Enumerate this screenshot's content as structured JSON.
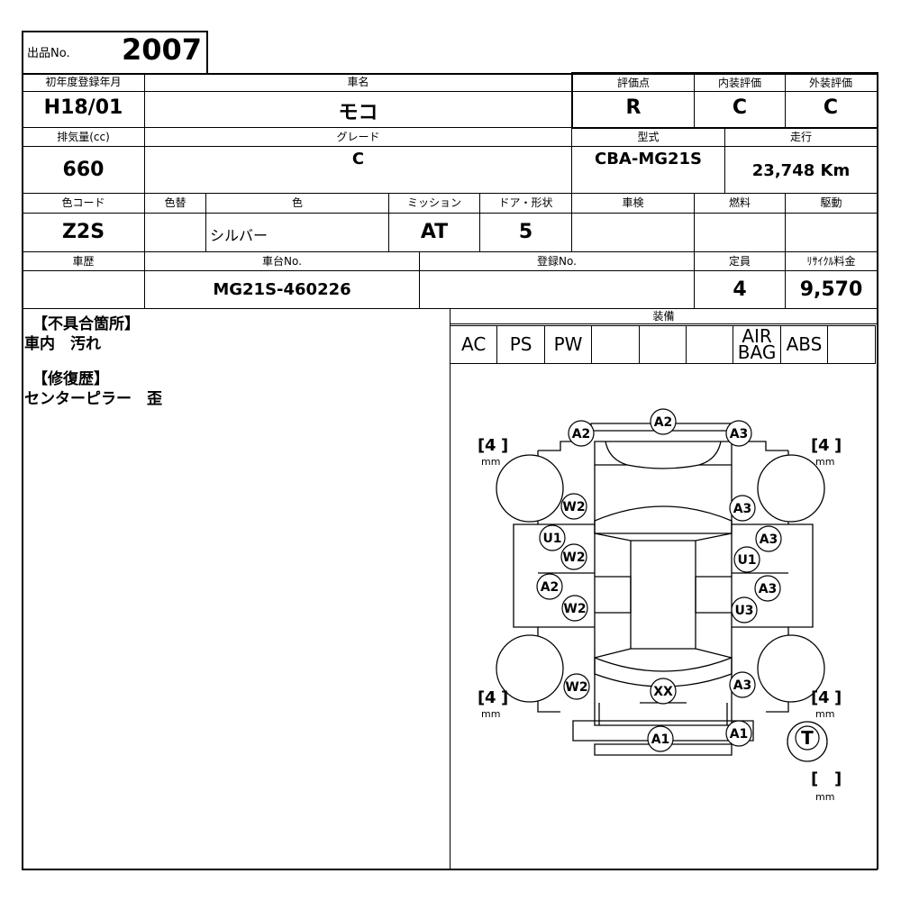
{
  "lot": {
    "label": "出品No.",
    "number": "2007"
  },
  "row1": {
    "year_label": "初年度登録年月",
    "year": "H18/01",
    "car_name_label": "車名",
    "car_name": "モコ",
    "score_label": "評価点",
    "score": "R",
    "interior_label": "内装評価",
    "interior": "C",
    "exterior_label": "外装評価",
    "exterior": "C"
  },
  "row2": {
    "displacement_label": "排気量(cc)",
    "displacement": "660",
    "grade_label": "グレード",
    "grade": "C",
    "model_label": "型式",
    "model": "CBA-MG21S",
    "mileage_label": "走行",
    "mileage": "23,748 Km"
  },
  "row3": {
    "color_code_label": "色コード",
    "color_code": "Z2S",
    "repaint_label": "色替",
    "repaint": "",
    "color_label": "色",
    "color": "シルバー",
    "mission_label": "ミッション",
    "mission": "AT",
    "door_label": "ドア・形状",
    "door": "5",
    "inspection_label": "車検",
    "inspection": "",
    "fuel_label": "燃料",
    "fuel": "",
    "drive_label": "駆動",
    "drive": ""
  },
  "row4": {
    "history_label": "車歴",
    "history": "",
    "chassis_label": "車台No.",
    "chassis": "MG21S-460226",
    "reg_label": "登録No.",
    "reg": "",
    "capacity_label": "定員",
    "capacity": "4",
    "recycle_label": "ﾘｻｲｸﾙ料金",
    "recycle": "9,570"
  },
  "notes": {
    "defects_heading": "【不具合箇所】",
    "defects_text": "車内　汚れ",
    "repair_heading": "【修復歴】",
    "repair_text": "センターピラー　歪"
  },
  "equipment": {
    "label": "装備",
    "items": [
      "AC",
      "PS",
      "PW",
      "",
      "",
      "",
      "AIR\nBAG",
      "ABS",
      ""
    ]
  },
  "diagram": {
    "tread_fl": "4",
    "tread_fr": "4",
    "tread_rl": "4",
    "tread_rr": "4",
    "tread_spare": "",
    "unit": "mm",
    "marks": {
      "hood": "A2",
      "front_left_corner": "A2",
      "front_right_corner": "A3",
      "left_front_fender": "W2",
      "right_front_fender": "A3",
      "left_front_door_u": "U1",
      "left_front_door_w": "W2",
      "right_front_door_a": "A3",
      "right_front_door_u": "U1",
      "left_rear_door_a": "A2",
      "left_rear_door_w": "W2",
      "right_rear_door_a": "A3",
      "right_rear_door_u": "U3",
      "left_rear_fender": "W2",
      "right_rear_fender": "A3",
      "back_door": "XX",
      "rear_bumper": "A1",
      "rear_bumper_right": "A1",
      "spare_tire": "T"
    }
  }
}
